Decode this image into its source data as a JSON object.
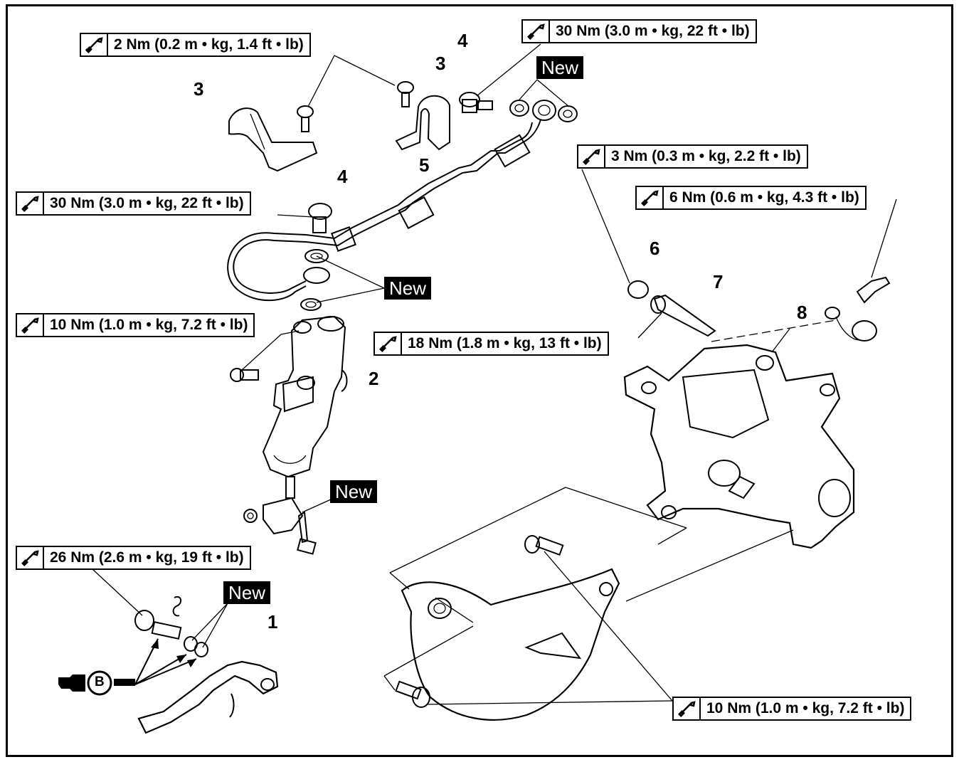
{
  "torque_labels": [
    "2 Nm (0.2 m • kg, 1.4 ft • lb)",
    "30 Nm (3.0 m • kg, 22 ft • lb)",
    "3 Nm (0.3 m • kg, 2.2 ft • lb)",
    "6 Nm (0.6 m • kg, 4.3 ft • lb)",
    "30 Nm (3.0 m • kg, 22 ft • lb)",
    "10 Nm (1.0 m • kg, 7.2 ft • lb)",
    "18 Nm (1.8 m • kg, 13 ft • lb)",
    "26 Nm (2.6 m • kg, 19 ft • lb)",
    "10 Nm (1.0 m • kg, 7.2 ft • lb)"
  ],
  "new_label": "New",
  "part_numbers": [
    "3",
    "4",
    "3",
    "4",
    "5",
    "6",
    "7",
    "8",
    "2",
    "1"
  ],
  "grease_symbol": "B",
  "icons": {
    "torque": "torque-wrench-icon",
    "grease": "grease-gun-icon"
  }
}
